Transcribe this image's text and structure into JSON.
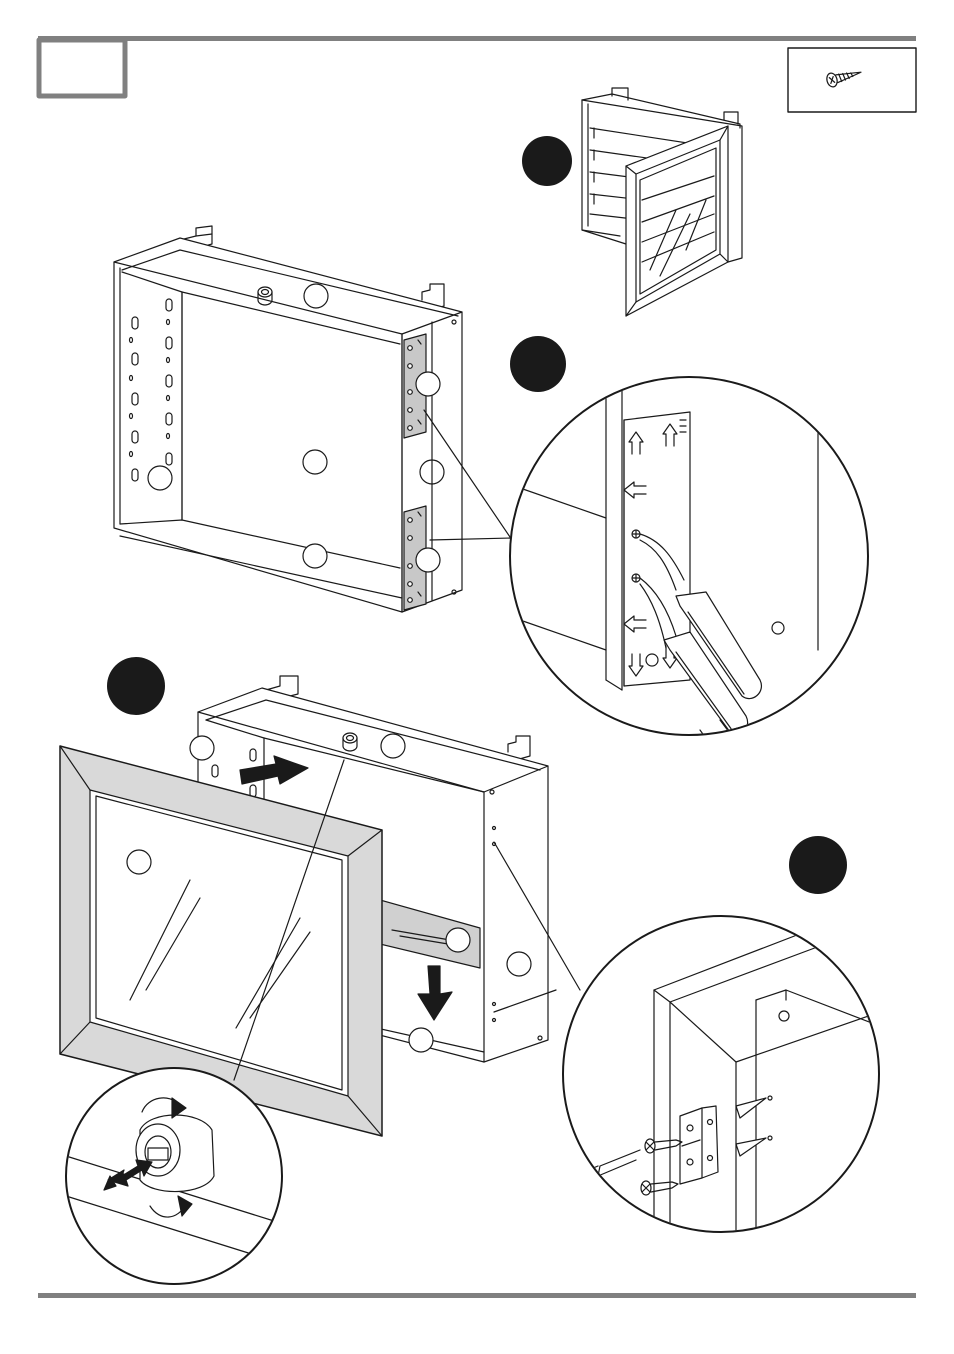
{
  "page": {
    "step_number": "",
    "rule_color": "#808080"
  },
  "parts_box": {
    "item_icon": "screw-icon"
  },
  "steps": [
    {
      "marker": "",
      "scene": "finished-cabinet-with-glass-door"
    },
    {
      "marker": "",
      "scene": "attach-hinge-plates-to-side-panel"
    },
    {
      "marker": "",
      "scene": "fit-glass-door-to-cabinet"
    },
    {
      "marker": "",
      "scene": "screw-hinge-to-door-frame"
    }
  ],
  "detail_views": [
    {
      "name": "hinge-plate-screwdriver-detail",
      "icon": "screwdriver-icon"
    },
    {
      "name": "cam-lock-adjustment-detail",
      "icon": "rotate-arrow-icon"
    },
    {
      "name": "hinge-screw-detail",
      "icon": "screw-icon"
    }
  ],
  "colors": {
    "marker_fill": "#1a1a1a",
    "door_fill": "#d9d9d9",
    "hinge_plate_fill": "#c8c8c8",
    "line": "#1a1a1a"
  }
}
